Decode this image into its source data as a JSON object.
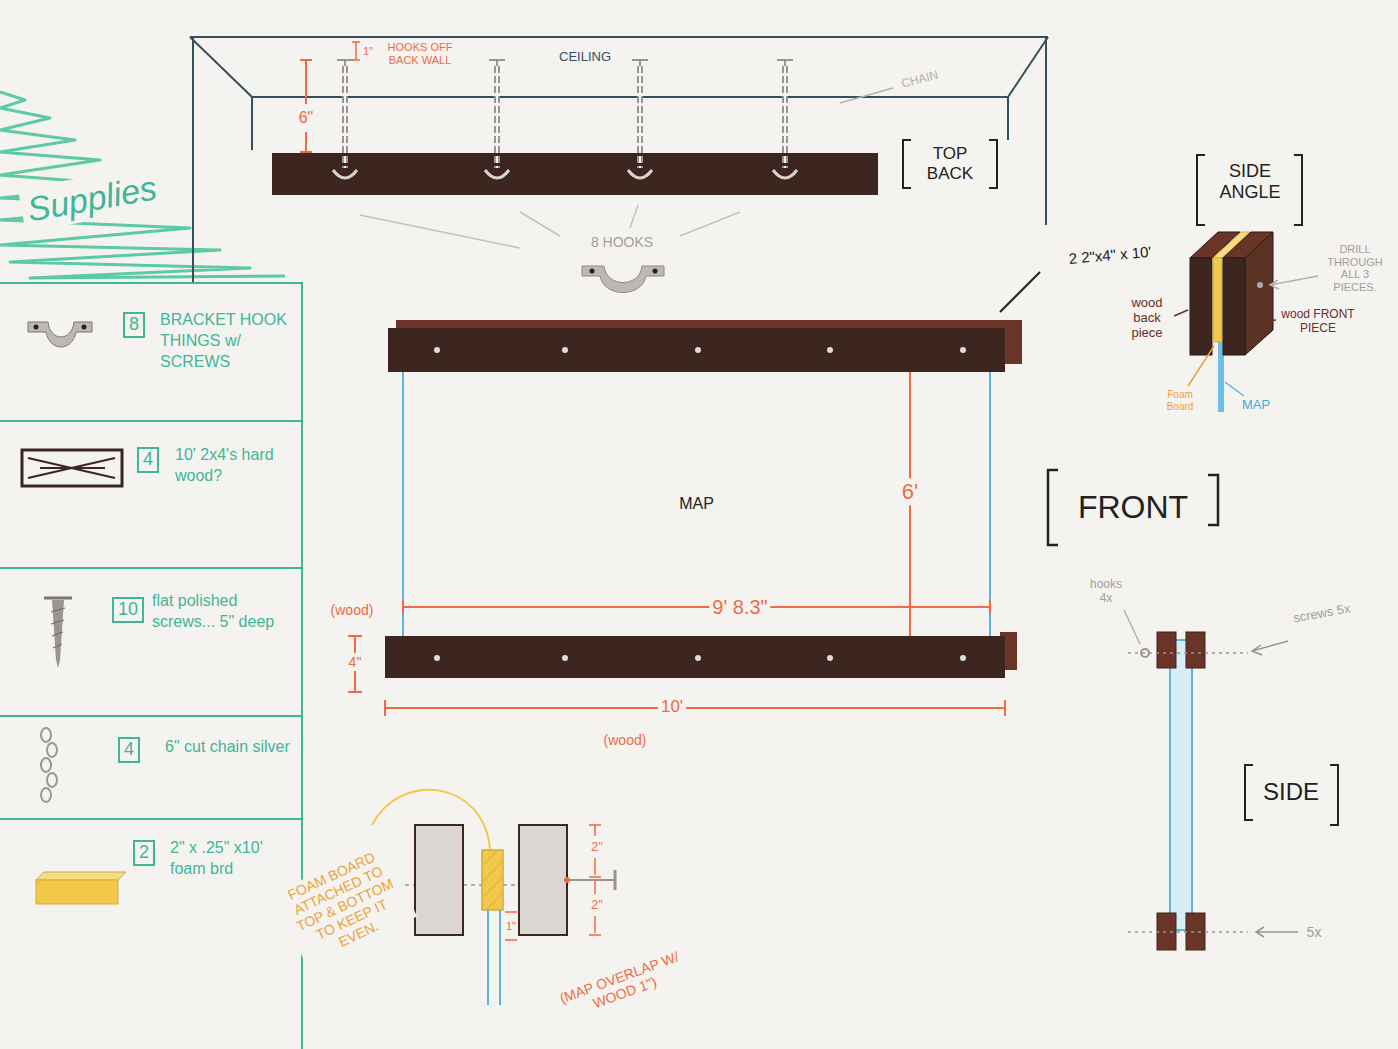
{
  "diagram": {
    "nodes": [
      {
        "text": [
          "Supplies"
        ]
      },
      {
        "text": [
          "8",
          "BRACKET HOOK THINGS w/ SCREWS"
        ],
        "in": 0
      },
      {
        "text": [
          "4",
          "10' 2x4's hard wood?"
        ],
        "in": 0
      },
      {
        "text": [
          "10",
          "flat polished screws... 5\" deep"
        ],
        "in": 0
      },
      {
        "text": [
          "4",
          "6\" cut chain silver"
        ],
        "in": 0
      },
      {
        "text": [
          "2",
          "2\" x .25\" x10' foam brd"
        ],
        "in": 0
      },
      {
        "text": [
          "MAP"
        ]
      }
    ],
    "labels": [
      "CEILING",
      "1\"",
      "HOOKS OFF BACK WALL",
      "6\"",
      "CHAIN",
      "TOP BACK",
      "8 HOOKS",
      "2 2\"x4\" x 10'",
      "SIDE ANGLE",
      "wood back piece",
      "DRILL THROUGH ALL 3 PIECES.",
      "wood FRONT PIECE",
      "Foam Board",
      "MAP",
      "FRONT",
      "6'",
      "9' 8.3\"",
      "(wood)",
      "4\"",
      "10'",
      "(wood)",
      "hooks 4x",
      "screws 5x",
      "SIDE",
      "5x",
      "FOAM BOARD ATTACHED TO TOP & BOTTOM TO KEEP IT EVEN.",
      "2\"",
      "2\"",
      "1\"",
      "(MAP OVERLAP W/ WOOD 1\")"
    ]
  }
}
